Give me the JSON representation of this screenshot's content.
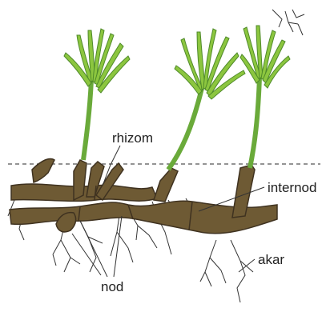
{
  "labels": {
    "rhizom": "rhizom",
    "internod": "internod",
    "akar": "akar",
    "nod": "nod"
  },
  "colors": {
    "stem_green": "#6aaa3a",
    "leaf_green": "#8cc63f",
    "leaf_dark": "#4f8a2a",
    "rhizome_brown": "#6e5a34",
    "rhizome_dark": "#3f3220",
    "root_line": "#333333",
    "soil_line": "#555555"
  }
}
